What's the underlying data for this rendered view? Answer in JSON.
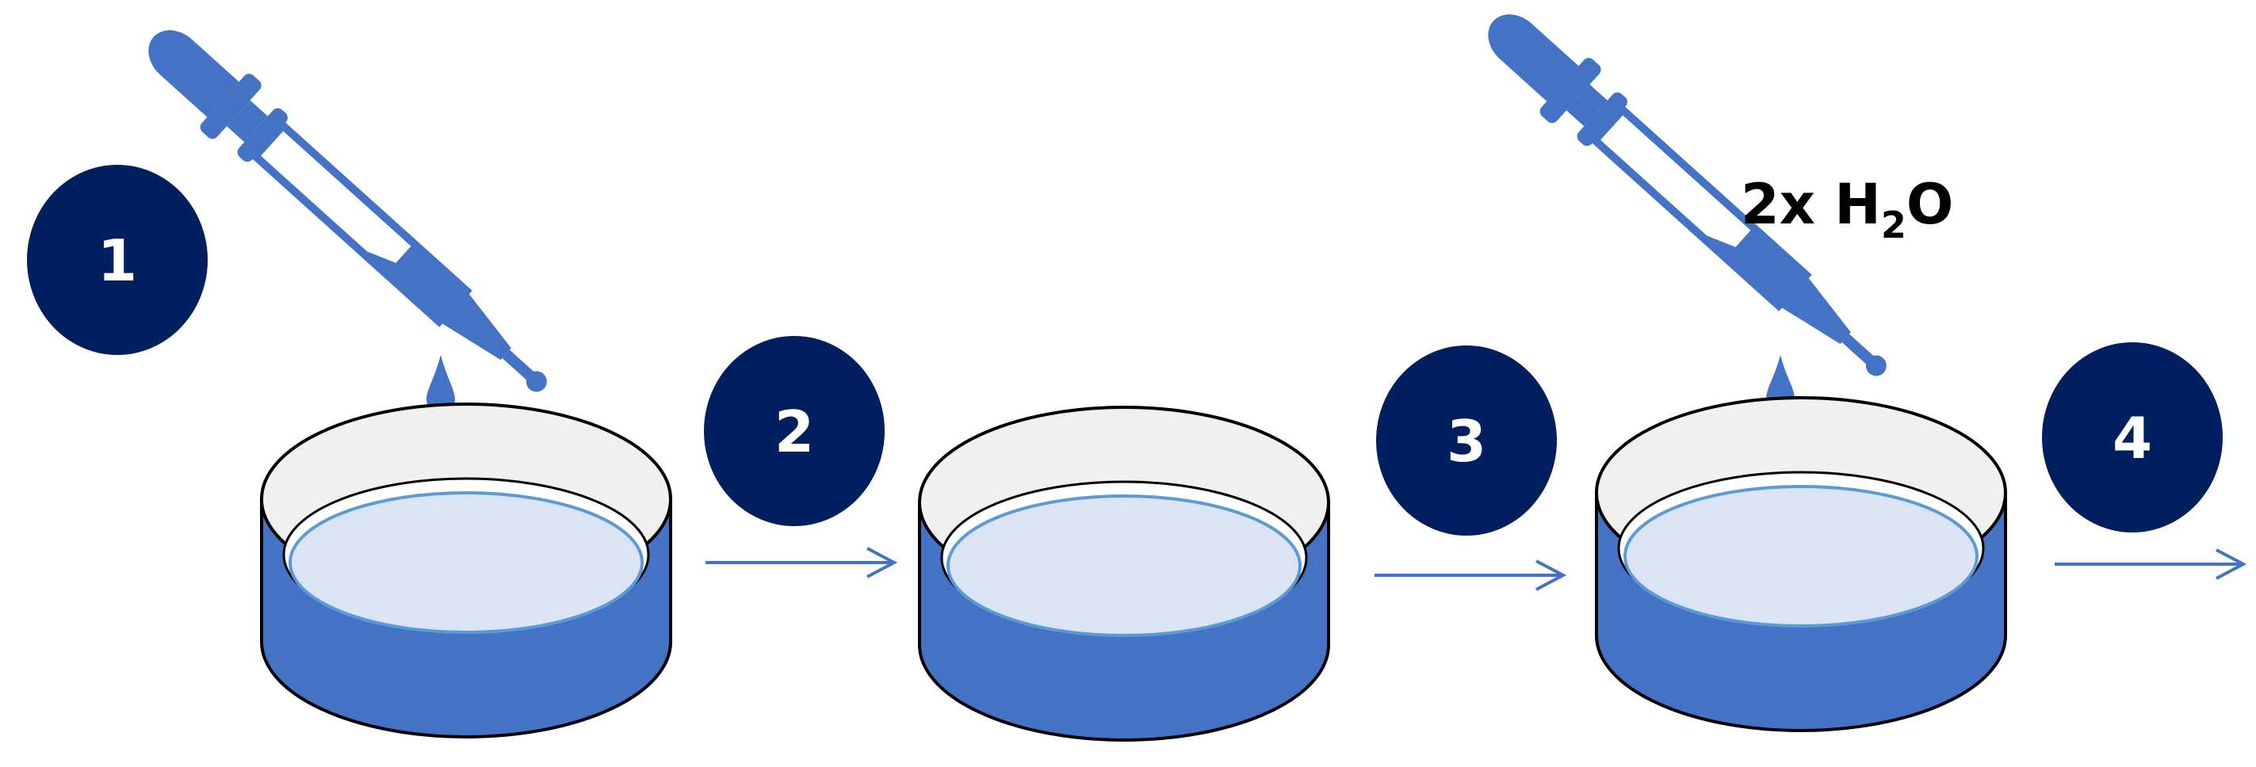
{
  "steps": [
    {
      "number": "1"
    },
    {
      "number": "2"
    },
    {
      "number": "3"
    },
    {
      "number": "4"
    }
  ],
  "water_label": {
    "prefix": "2x H",
    "subscript": "2",
    "suffix": "O"
  },
  "colors": {
    "step_circle": "#001f5f",
    "dish_body": "#4472c4",
    "dish_rim": "#f0f0f0",
    "dish_liquid": "#dbe4f4",
    "liquid_edge": "#5b9bd5",
    "arrow": "#4472c4",
    "pipette": "#4472c4"
  },
  "icons": [
    "pipette-icon",
    "petri-dish-icon",
    "arrow-right-icon",
    "droplet-icon"
  ]
}
